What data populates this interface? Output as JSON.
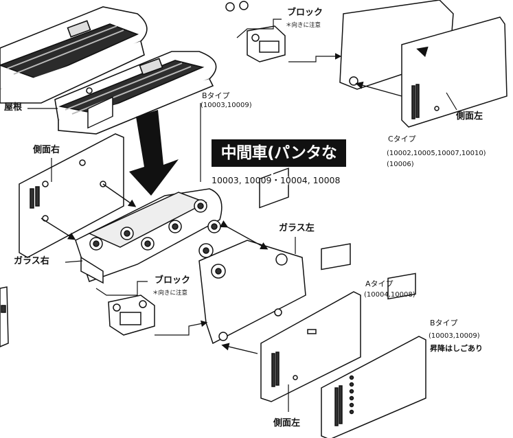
{
  "labels": {
    "roof": "屋根",
    "side_right": "側面右",
    "side_left_top": "側面左",
    "side_left_bottom": "側面左",
    "glass_left": "ガラス左",
    "glass_right": "ガラス右",
    "block_top": "ブロック",
    "block_top_note": "＊向きに注意",
    "block_bottom": "ブロック",
    "block_bottom_note": "＊向きに注意"
  },
  "types": {
    "b_top": {
      "name": "Bタイプ",
      "codes": "(10003,10009)"
    },
    "c": {
      "name": "Cタイプ",
      "codes": "(10002,10005,10007,10010)",
      "codes2": "(10006)"
    },
    "a": {
      "name": "Aタイプ",
      "codes": "(10004,10008)"
    },
    "b_bottom": {
      "name": "Bタイプ",
      "codes": "(10003,10009)",
      "note": "昇降はしごあり"
    }
  },
  "banner": {
    "title": "中間車(パンタなし)",
    "numbers": "10003, 10009・10004, 10008"
  }
}
